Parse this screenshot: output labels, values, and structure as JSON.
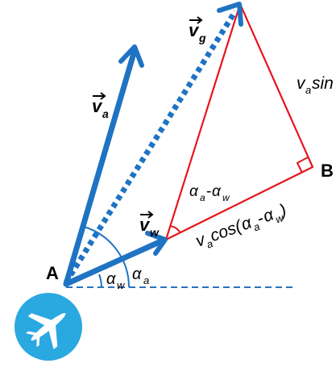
{
  "colors": {
    "vector_blue": "#1f73c3",
    "triangle_red": "#e8141b",
    "reference_line": "#2a72c0",
    "icon_circle": "#2aa8e0",
    "icon_plane": "#ffffff",
    "text": "#000000"
  },
  "points": {
    "a": "A",
    "b": "B"
  },
  "vectors": {
    "ground_velocity": {
      "symbol": "v",
      "subscript": "g"
    },
    "air_velocity": {
      "symbol": "v",
      "subscript": "a"
    },
    "wind_velocity": {
      "symbol": "v",
      "subscript": "w"
    }
  },
  "angles": {
    "wind_angle": {
      "symbol": "α",
      "subscript": "w"
    },
    "air_angle": {
      "symbol": "α",
      "subscript": "a"
    },
    "difference": {
      "part1_symbol": "α",
      "part1_subscript": "a",
      "minus": "-",
      "part2_symbol": "α",
      "part2_subscript": "w"
    }
  },
  "side_labels": {
    "sine_side": {
      "v": "v",
      "sub": "a",
      "text": "sin"
    },
    "cosine_side": {
      "v": "v",
      "sub": "a",
      "fn": "cos(",
      "alpha1": "α",
      "alpha1_sub": "a",
      "minus": "-",
      "alpha2": "α",
      "alpha2_sub": "w",
      "close": ")"
    }
  },
  "icons": {
    "aircraft": "airplane-icon"
  }
}
